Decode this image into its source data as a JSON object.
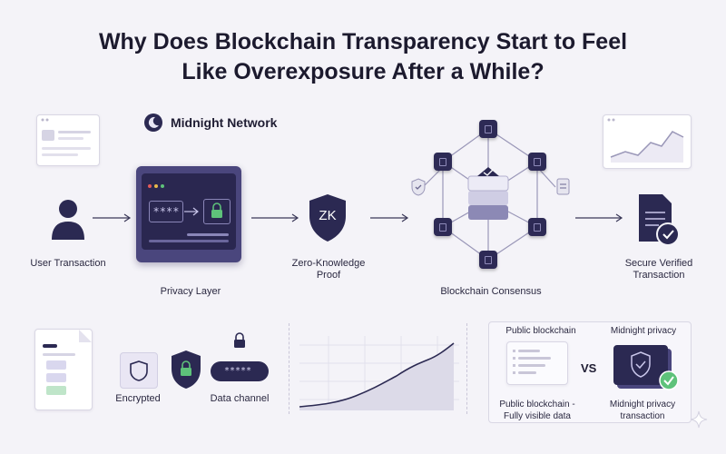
{
  "title": {
    "line1": "Why Does Blockchain Transparency Start to Feel",
    "line2": "Like Overexposure After a While?"
  },
  "brand": {
    "name": "Midnight Network",
    "icon": "moon-icon"
  },
  "flow": {
    "user_label": "User Transaction",
    "privacy_label": "Privacy Layer",
    "masked_text": "****",
    "zk_text": "ZK",
    "zk_label": "Zero-Knowledge Proof",
    "consensus_label": "Blockchain Consensus",
    "verified_label": "Secure Verified Transaction"
  },
  "bottom": {
    "encrypted_label": "Encrypted",
    "channel_masked": "*****",
    "channel_label": "Data channel",
    "public_header": "Public blockchain",
    "public_caption": "Public blockchain - Fully visible data",
    "vs_text": "VS",
    "midnight_header": "Midnight privacy",
    "midnight_caption": "Midnight privacy transaction"
  },
  "colors": {
    "navy": "#2b2952",
    "accent_green": "#5ec27a",
    "background": "#f4f3f8"
  }
}
